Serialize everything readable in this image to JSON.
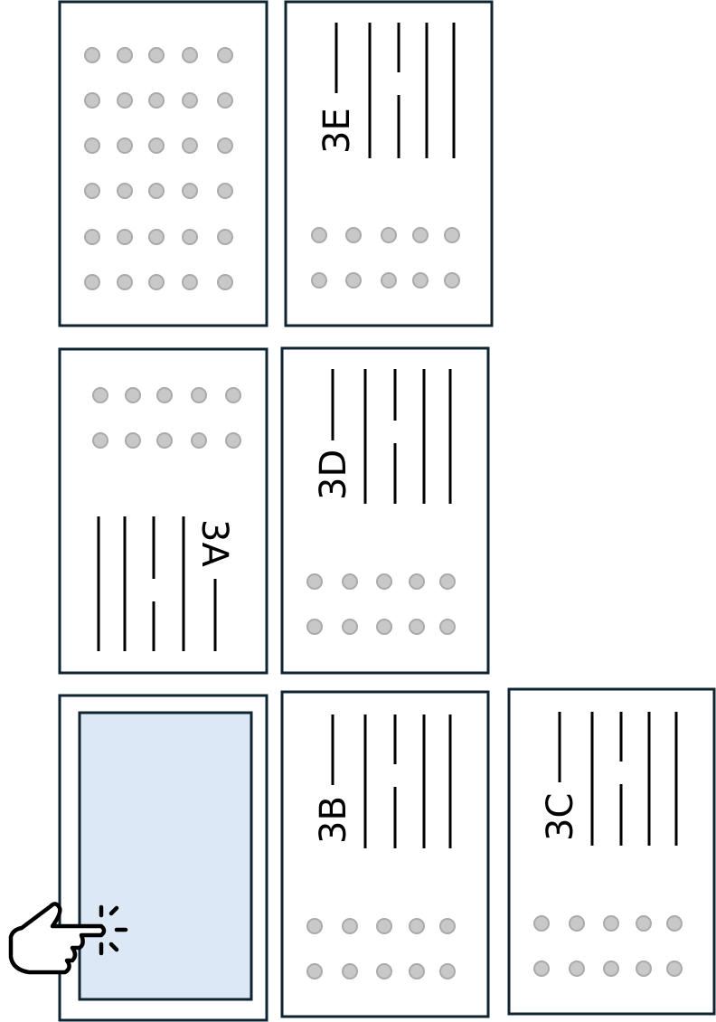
{
  "panels": {
    "3A": {
      "label": "3A"
    },
    "3B": {
      "label": "3B"
    },
    "3C": {
      "label": "3C"
    },
    "3D": {
      "label": "3D"
    },
    "3E": {
      "label": "3E"
    }
  },
  "colors": {
    "border": "#0f2430",
    "selected_fill": "#dce8f5",
    "dot": "#c8c8c8"
  },
  "icons": {
    "pointer": "hand-pointer-tap-icon"
  }
}
